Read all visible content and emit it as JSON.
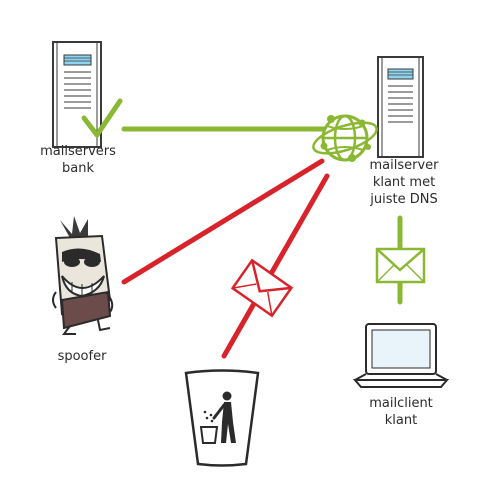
{
  "colors": {
    "ok": "#8ab833",
    "bad": "#d8232a",
    "stroke": "#3a3a3a",
    "rack_accent": "#8fd3ef"
  },
  "nodes": {
    "bank_servers": {
      "icon": "server-rack-icon",
      "label_lines": [
        "mailservers",
        "bank"
      ]
    },
    "client_server": {
      "icon": "server-rack-icon",
      "label_lines": [
        "mailserver",
        "klant met",
        "juiste DNS"
      ]
    },
    "spoofer": {
      "icon": "spoofer-character-icon",
      "label_lines": [
        "spoofer"
      ]
    },
    "laptop": {
      "icon": "laptop-icon",
      "label_lines": [
        "mailclient",
        "klant"
      ]
    },
    "trash": {
      "icon": "trash-bin-icon",
      "label_lines": []
    },
    "internet": {
      "icon": "globe-network-icon",
      "label_lines": []
    }
  },
  "markers": {
    "verified": {
      "icon": "checkmark-icon"
    },
    "delivered_mail": {
      "icon": "envelope-icon"
    },
    "rejected_mail": {
      "icon": "envelope-icon"
    }
  }
}
